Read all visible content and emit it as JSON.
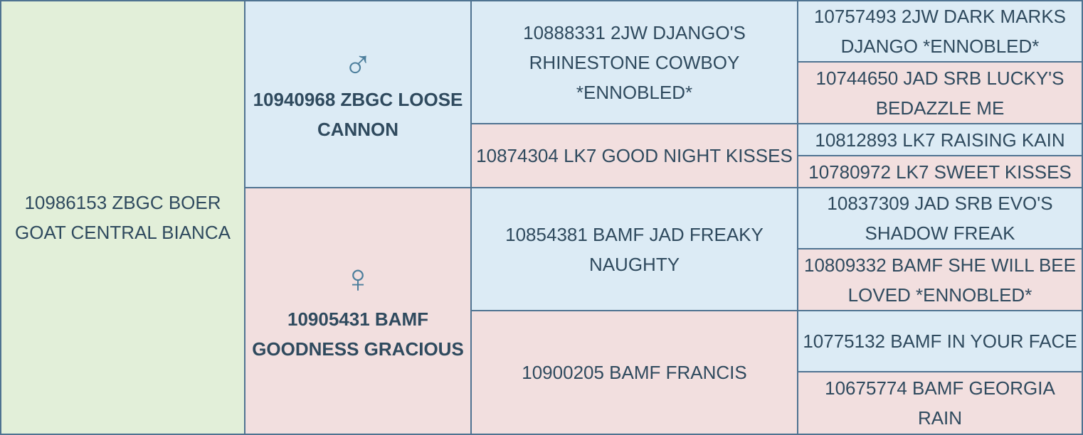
{
  "subject": {
    "name": "10986153 ZBGC BOER GOAT CENTRAL BIANCA"
  },
  "sire": {
    "symbol": "♂",
    "name": "10940968 ZBGC LOOSE CANNON",
    "sire": {
      "name": "10888331 2JW DJANGO'S RHINESTONE COWBOY *ENNOBLED*",
      "sire": {
        "name": "10757493 2JW DARK MARKS DJANGO *ENNOBLED*"
      },
      "dam": {
        "name": "10744650 JAD SRB LUCKY'S BEDAZZLE ME"
      }
    },
    "dam": {
      "name": "10874304 LK7 GOOD NIGHT KISSES",
      "sire": {
        "name": "10812893 LK7 RAISING KAIN"
      },
      "dam": {
        "name": "10780972 LK7 SWEET KISSES"
      }
    }
  },
  "dam": {
    "symbol": "♀",
    "name": "10905431 BAMF GOODNESS GRACIOUS",
    "sire": {
      "name": "10854381 BAMF JAD FREAKY NAUGHTY",
      "sire": {
        "name": "10837309 JAD SRB EVO'S SHADOW FREAK"
      },
      "dam": {
        "name": "10809332 BAMF SHE WILL BEE LOVED *ENNOBLED*"
      }
    },
    "dam": {
      "name": "10900205 BAMF FRANCIS",
      "sire": {
        "name": "10775132 BAMF IN YOUR FACE"
      },
      "dam": {
        "name": "10675774 BAMF GEORGIA RAIN"
      }
    }
  },
  "colors": {
    "border": "#4f7391",
    "subject_bg": "#e2efd9",
    "male_bg": "#dcebf5",
    "female_bg": "#f2dfdf",
    "text": "#2f4a5e",
    "symbol": "#4c7e9c"
  }
}
